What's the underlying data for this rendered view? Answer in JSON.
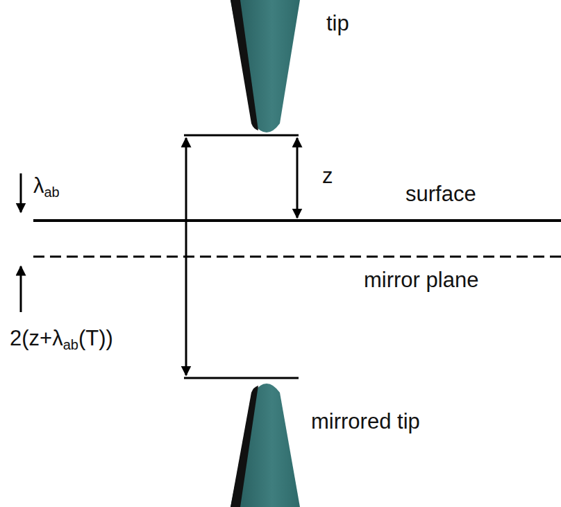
{
  "diagram": {
    "labels": [
      "tip",
      "z",
      "surface",
      "mirror plane",
      "λ",
      "ab",
      "2(z+λ",
      "ab",
      "(T))",
      "mirrored tip"
    ]
  }
}
